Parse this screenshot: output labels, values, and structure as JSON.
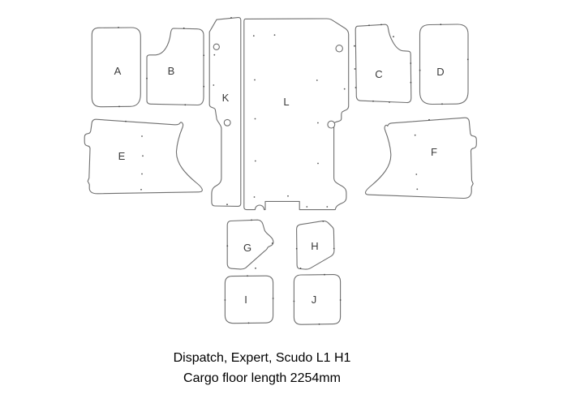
{
  "diagram": {
    "type": "van-ply-lining-template-diagram",
    "caption": {
      "line1": "Dispatch, Expert, Scudo L1 H1",
      "line2": "Cargo floor length 2254mm"
    },
    "panels": [
      {
        "id": "A",
        "label": "A"
      },
      {
        "id": "B",
        "label": "B"
      },
      {
        "id": "C",
        "label": "C"
      },
      {
        "id": "D",
        "label": "D"
      },
      {
        "id": "E",
        "label": "E"
      },
      {
        "id": "F",
        "label": "F"
      },
      {
        "id": "G",
        "label": "G"
      },
      {
        "id": "H",
        "label": "H"
      },
      {
        "id": "I",
        "label": "I"
      },
      {
        "id": "J",
        "label": "J"
      },
      {
        "id": "K",
        "label": "K"
      },
      {
        "id": "L",
        "label": "L"
      }
    ],
    "colors": {
      "background": "#ffffff",
      "outline": "#6f6f6f",
      "label_text": "#3a3a3a",
      "caption_text": "#000000"
    }
  }
}
